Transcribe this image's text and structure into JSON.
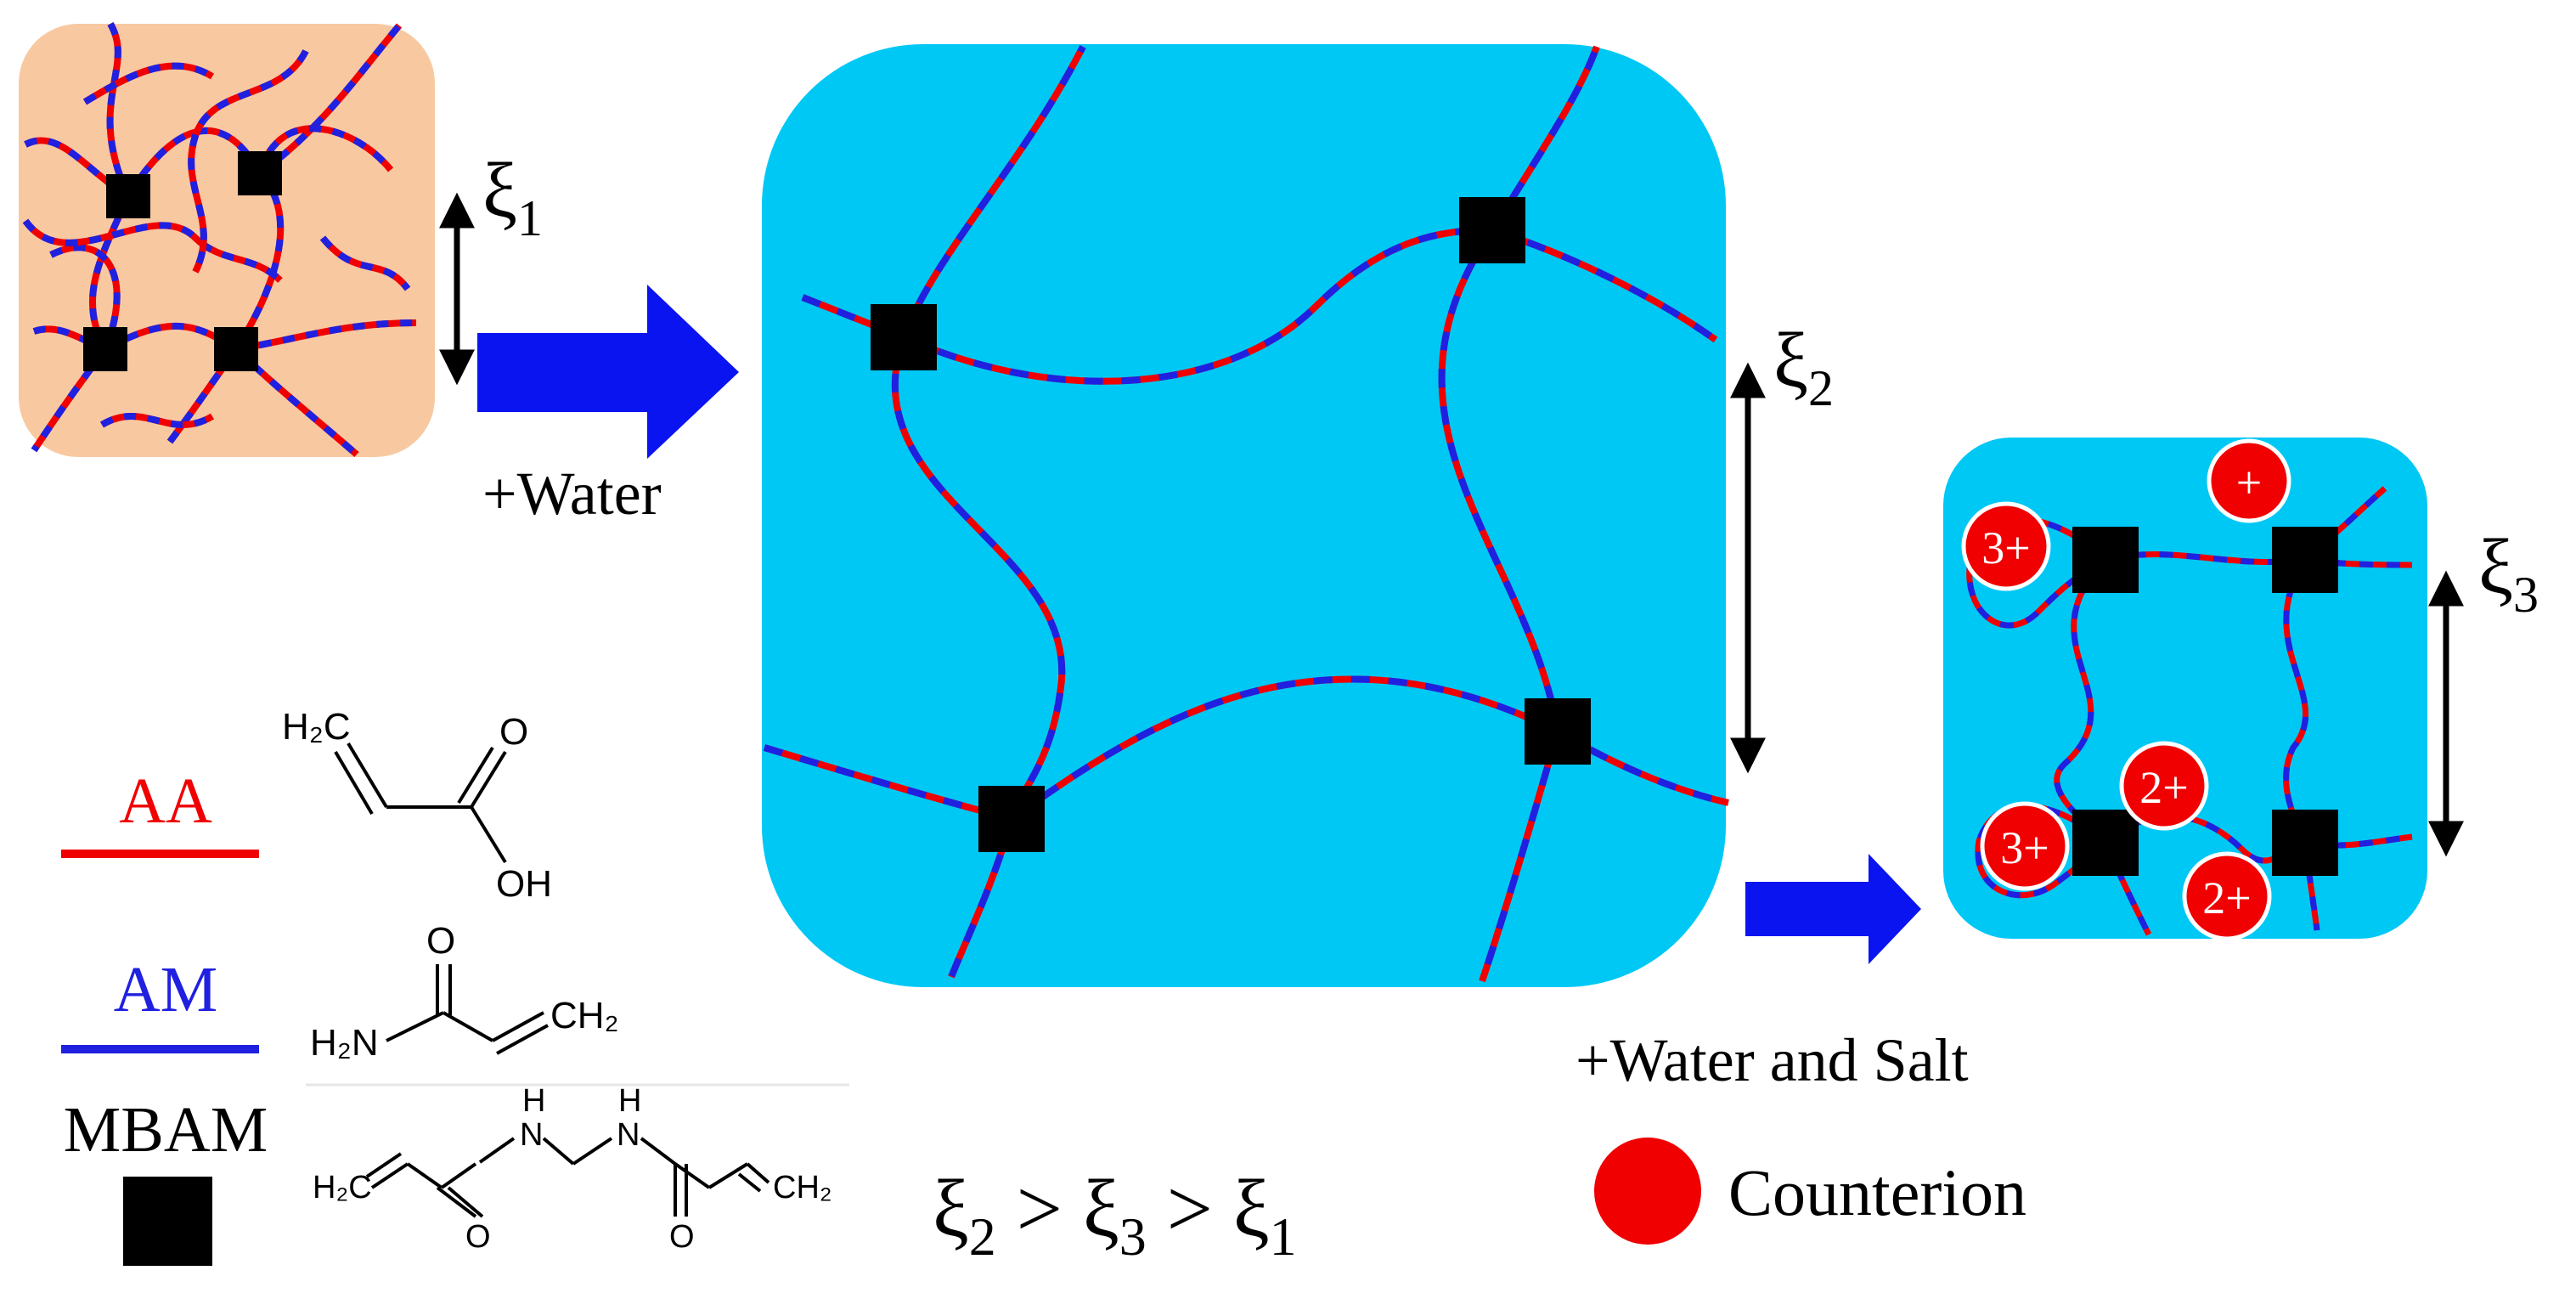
{
  "colors": {
    "dry_gel": "#F8C9A1",
    "swollen_gel": "#00C8F5",
    "chain_red": "#F00000",
    "chain_blue": "#2020E0",
    "crosslink": "#000000",
    "arrow": "#0A14F0",
    "counterion": "#F00000"
  },
  "labels": {
    "xi1": "ξ",
    "xi1_sub": "1",
    "xi2": "ξ",
    "xi2_sub": "2",
    "xi3": "ξ",
    "xi3_sub": "3",
    "plus_water": "+Water",
    "plus_water_salt": "+Water and Salt",
    "counterion": "Counterion",
    "inequality": {
      "xi_a": "ξ",
      "sub_a": "2",
      "gt_1": " > ",
      "xi_b": "ξ",
      "sub_b": "3",
      "gt_2": " > ",
      "xi_c": "ξ",
      "sub_c": "1"
    }
  },
  "ions": [
    "+",
    "3+",
    "3+",
    "2+",
    "2+"
  ],
  "legend": {
    "aa": "AA",
    "am": "AM",
    "mbam": "MBAM"
  },
  "chem": {
    "aa_h2c": "H₂C",
    "aa_o": "O",
    "aa_oh": "OH",
    "am_o": "O",
    "am_h2n": "H₂N",
    "am_ch2": "CH₂",
    "mb_h1": "H",
    "mb_n1": "N",
    "mb_h2": "H",
    "mb_n2": "N",
    "mb_h2c": "H₂C",
    "mb_ch2": "CH₂",
    "mb_o1": "O",
    "mb_o2": "O"
  }
}
